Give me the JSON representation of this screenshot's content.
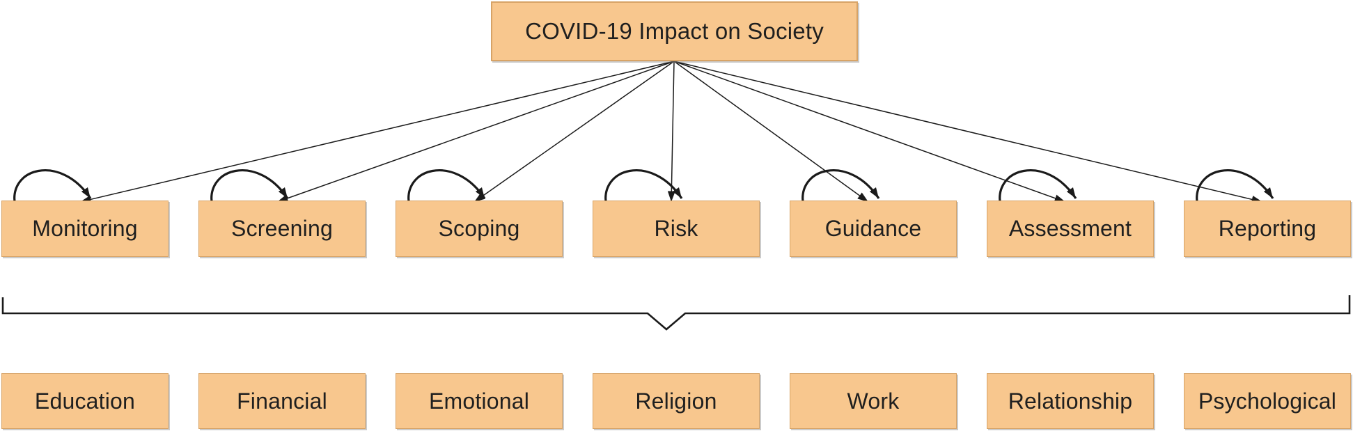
{
  "root": {
    "label": "COVID-19 Impact on Society"
  },
  "phases": [
    {
      "label": "Monitoring"
    },
    {
      "label": "Screening"
    },
    {
      "label": "Scoping"
    },
    {
      "label": "Risk"
    },
    {
      "label": "Guidance"
    },
    {
      "label": "Assessment"
    },
    {
      "label": "Reporting"
    }
  ],
  "impacts": [
    {
      "label": "Education"
    },
    {
      "label": "Financial"
    },
    {
      "label": "Emotional"
    },
    {
      "label": "Religion"
    },
    {
      "label": "Work"
    },
    {
      "label": "Relationship"
    },
    {
      "label": "Psychological"
    }
  ],
  "colors": {
    "box_fill": "#f8c78e",
    "box_border": "#d7a366",
    "line": "#1a1a1a",
    "text": "#1f1f1f"
  }
}
